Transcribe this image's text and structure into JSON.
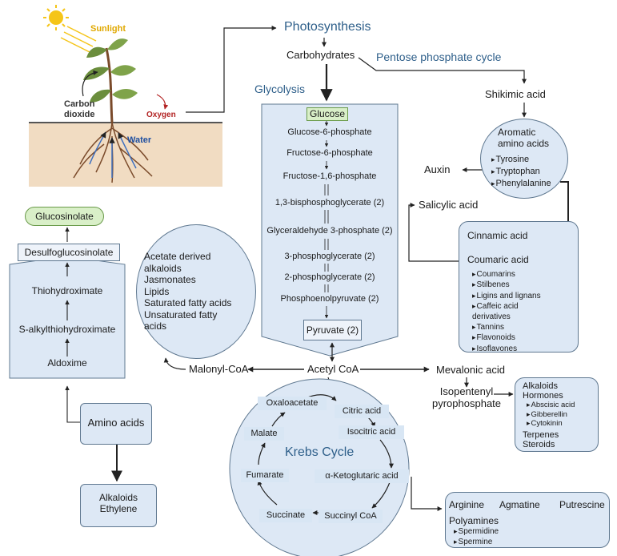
{
  "plant": {
    "sunlight": "Sunlight",
    "carbon_dioxide_line1": "Carbon",
    "carbon_dioxide_line2": "dioxide",
    "oxygen": "Oxygen",
    "water": "Water"
  },
  "top": {
    "photosynthesis": "Photosynthesis",
    "carbohydrates": "Carbohydrates",
    "pentose_phosphate": "Pentose phosphate cycle",
    "glycolysis": "Glycolysis",
    "shikimic_acid": "Shikimic acid"
  },
  "glycolysis_steps": [
    "Glucose",
    "Glucose-6-phosphate",
    "Fructose-6-phosphate",
    "Fructose-1,6-phosphate",
    "1,3-bisphosphoglycerate (2)",
    "Glyceraldehyde 3-phosphate (2)",
    "3-phosphoglycerate (2)",
    "2-phosphoglycerate (2)",
    "Phosphoenolpyruvate (2)",
    "Pyruvate (2)"
  ],
  "aromatic": {
    "title_line1": "Aromatic",
    "title_line2": "amino acids",
    "items": [
      "Tyrosine",
      "Tryptophan",
      "Phenylalanine"
    ],
    "auxin": "Auxin",
    "salicylic_acid": "Salicylic acid"
  },
  "phenylpropanoid": {
    "cinnamic_acid": "Cinnamic acid",
    "coumaric_acid": "Coumaric acid",
    "items": [
      "Coumarins",
      "Stilbenes",
      "Ligins and lignans",
      "Caffeic acid",
      "derivatives",
      "Tannins",
      "Flavonoids",
      "Isoflavones"
    ]
  },
  "glucosinolate": {
    "glucosinolate": "Glucosinolate",
    "desulfoglucosinolate": "Desulfoglucosinolate",
    "thiohydroximate": "Thiohydroximate",
    "s_alkylthiohydroximate": "S-alkylthiohydroximate",
    "aldoxime": "Aldoxime",
    "amino_acids": "Amino acids",
    "alkaloids": "Alkaloids",
    "ethylene": "Ethylene"
  },
  "acetate": {
    "lines": [
      "Acetate derived",
      "alkaloids",
      "Jasmonates",
      "Lipids",
      "Saturated fatty acids",
      "Unsaturated fatty",
      "acids"
    ]
  },
  "center": {
    "malonyl_coa": "Malonyl-CoA",
    "acetyl_coa": "Acetyl CoA",
    "mevalonic_acid": "Mevalonic acid",
    "isopentenyl_line1": "Isopentenyl",
    "isopentenyl_line2": "pyrophosphate"
  },
  "terpenoid": {
    "alkaloids": "Alkaloids",
    "hormones": "Hormones",
    "hormone_items": [
      "Abscisic acid",
      "Gibberellin",
      "Cytokinin"
    ],
    "terpenes": "Terpenes",
    "steroids": "Steroids"
  },
  "krebs": {
    "title": "Krebs Cycle",
    "oxaloacetate": "Oxaloacetate",
    "citric_acid": "Citric acid",
    "isocitric_acid": "Isocitric acid",
    "malate": "Malate",
    "fumarate": "Fumarate",
    "ketoglutaric": "α-Ketoglutaric acid",
    "succinate": "Succinate",
    "succinyl_coa": "Succinyl CoA"
  },
  "polyamine": {
    "arginine": "Arginine",
    "agmatine": "Agmatine",
    "putrescine": "Putrescine",
    "polyamines": "Polyamines",
    "items": [
      "Spermidine",
      "Spermine"
    ]
  },
  "colors": {
    "box_fill": "#dde8f5",
    "box_stroke": "#5f7890",
    "title_blue": "#2e5f8a",
    "glucose_green": "#d9efc8",
    "soil": "#f1dcc2",
    "sun": "#f5c518",
    "oxygen_red": "#b22222"
  }
}
